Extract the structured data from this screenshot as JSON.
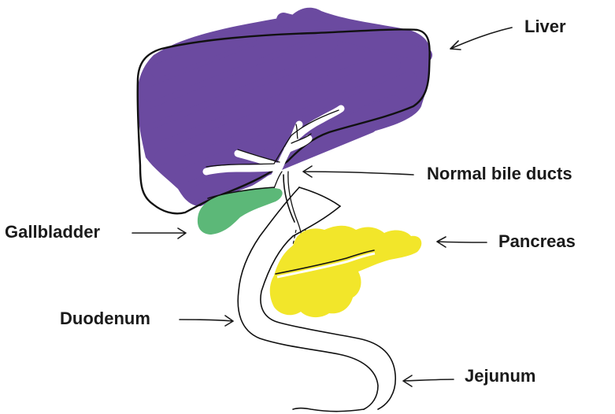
{
  "labels": {
    "liver": "Liver",
    "bile_ducts": "Normal bile ducts",
    "gallbladder": "Gallbladder",
    "pancreas": "Pancreas",
    "duodenum": "Duodenum",
    "jejunum": "Jejunum"
  },
  "colors": {
    "liver": "#6b4aa0",
    "gallbladder": "#5cb878",
    "pancreas": "#f2e62a",
    "outline": "#111111",
    "background": "#ffffff"
  }
}
